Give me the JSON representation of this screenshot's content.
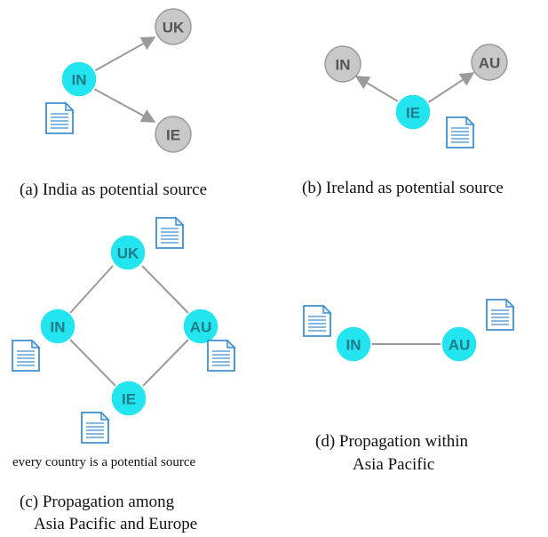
{
  "colors": {
    "source_node": "#22e5ef",
    "target_node": "#c8c8c8",
    "edge": "#9a9a9a",
    "document_icon": "#3e8ecf"
  },
  "panel_a": {
    "caption": "(a) India as potential source",
    "nodes": {
      "in": "IN",
      "uk": "UK",
      "ie": "IE"
    }
  },
  "panel_b": {
    "caption": "(b) Ireland as potential source",
    "nodes": {
      "in": "IN",
      "ie": "IE",
      "au": "AU"
    }
  },
  "panel_c": {
    "caption_line1": "(c) Propagation  among",
    "caption_line2": "Asia Pacific and Europe",
    "note": "every country is  a potential source",
    "nodes": {
      "uk": "UK",
      "in": "IN",
      "au": "AU",
      "ie": "IE"
    }
  },
  "panel_d": {
    "caption_line1": "(d) Propagation within",
    "caption_line2": "Asia Pacific",
    "nodes": {
      "in": "IN",
      "au": "AU"
    }
  }
}
